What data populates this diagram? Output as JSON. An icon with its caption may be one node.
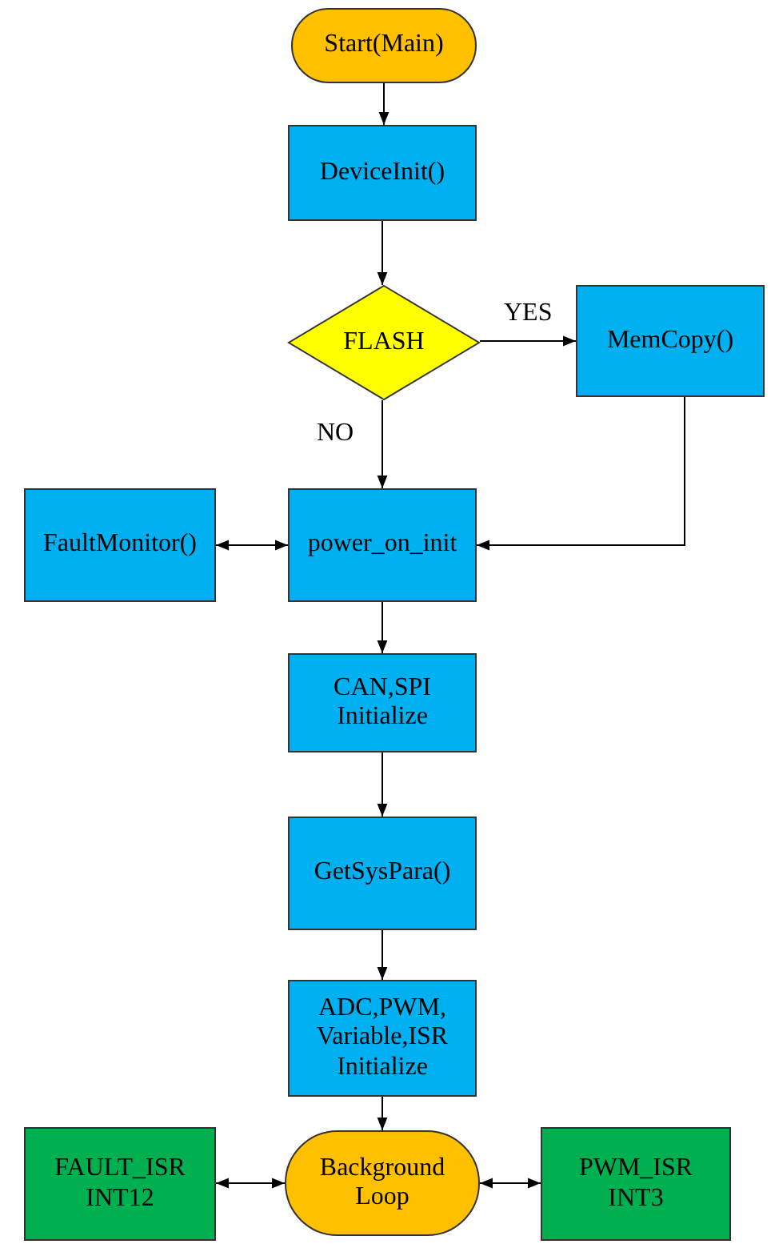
{
  "diagram": {
    "nodes": [
      {
        "text": [
          "Start(Main)"
        ]
      },
      {
        "text": [
          "DeviceInit()"
        ]
      },
      {
        "text": [
          "FLASH"
        ]
      },
      {
        "text": [
          "MemCopy()"
        ]
      },
      {
        "text": [
          "power_on_init"
        ]
      },
      {
        "text": [
          "FaultMonitor()"
        ]
      },
      {
        "text": [
          "CAN,SPI Initialize"
        ]
      },
      {
        "text": [
          "GetSysPara()"
        ]
      },
      {
        "text": [
          "ADC,PWM, Variable,ISR Initialize"
        ]
      },
      {
        "text": [
          "Background Loop"
        ]
      },
      {
        "text": [
          "FAULT_ISR INT12"
        ]
      },
      {
        "text": [
          "PWM_ISR INT3"
        ]
      }
    ],
    "edges": [
      {
        "from": 0,
        "to": 1,
        "arrow": "to"
      },
      {
        "from": 1,
        "to": 2,
        "arrow": "to"
      },
      {
        "from": 2,
        "to": 3,
        "arrow": "to",
        "label": "YES"
      },
      {
        "from": 2,
        "to": 4,
        "arrow": "to",
        "label": "NO"
      },
      {
        "from": 3,
        "to": 4,
        "arrow": "to"
      },
      {
        "from": 4,
        "to": 5,
        "arrow": "both"
      },
      {
        "from": 4,
        "to": 6,
        "arrow": "to"
      },
      {
        "from": 6,
        "to": 7,
        "arrow": "to"
      },
      {
        "from": 7,
        "to": 8,
        "arrow": "to"
      },
      {
        "from": 8,
        "to": 9,
        "arrow": "to"
      },
      {
        "from": 10,
        "to": 9,
        "arrow": "both"
      },
      {
        "from": 9,
        "to": 11,
        "arrow": "both"
      }
    ]
  }
}
